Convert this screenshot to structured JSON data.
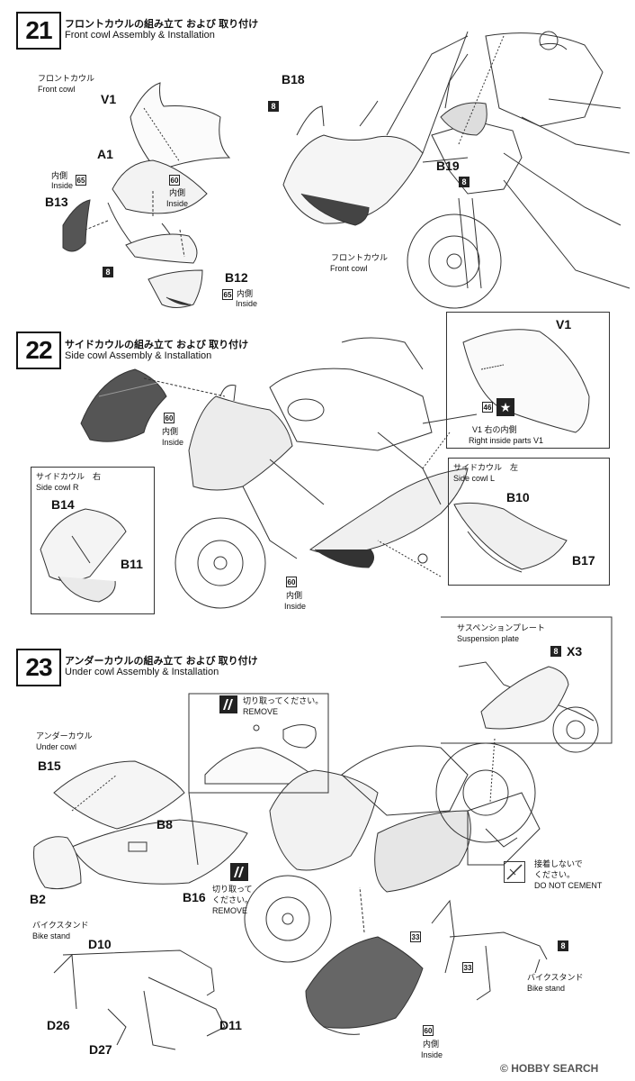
{
  "steps": [
    {
      "number": "21",
      "title_jp": "フロントカウルの組み立て および 取り付け",
      "title_en": "Front cowl Assembly & Installation",
      "labels": {
        "front_cowl_jp": "フロントカウル",
        "front_cowl_en": "Front cowl",
        "front_cowl_jp_2": "フロントカウル",
        "front_cowl_en_2": "Front cowl",
        "inside_jp_a": "内側",
        "inside_en_a": "Inside",
        "inside_jp_b": "内側",
        "inside_en_b": "Inside",
        "inside_jp_c": "内側",
        "inside_en_c": "Inside"
      },
      "parts": [
        "V1",
        "A1",
        "B13",
        "B12",
        "B18",
        "B19"
      ],
      "markers": {
        "m65a": "65",
        "m60": "60",
        "m8a": "8",
        "m65b": "65",
        "m8b": "8",
        "m8c": "8"
      }
    },
    {
      "number": "22",
      "title_jp": "サイドカウルの組み立て および 取り付け",
      "title_en": "Side cowl Assembly & Installation",
      "labels": {
        "inside_jp_a": "内側",
        "inside_en_a": "Inside",
        "side_cowl_r_jp": "サイドカウル　右",
        "side_cowl_r_en": "Side cowl R",
        "inside_jp_b": "内側",
        "inside_en_b": "Inside",
        "v1_inside_jp": "V1 右の内側",
        "v1_inside_en": "Right inside parts V1",
        "side_cowl_l_jp": "サイドカウル　左",
        "side_cowl_l_en": "Side cowl L"
      },
      "parts": [
        "V1",
        "B14",
        "B11",
        "B10",
        "B17"
      ],
      "markers": {
        "m60a": "60",
        "m60b": "60",
        "m46": "46"
      }
    },
    {
      "number": "23",
      "title_jp": "アンダーカウルの組み立て および 取り付け",
      "title_en": "Under cowl Assembly & Installation",
      "labels": {
        "under_cowl_jp": "アンダーカウル",
        "under_cowl_en": "Under cowl",
        "cut_jp": "切り取ってください。",
        "cut_en": "REMOVE",
        "cut_jp_2a": "切り取って",
        "cut_jp_2b": "ください。",
        "cut_en_2": "REMOVE",
        "susp_jp": "サスペンションプレート",
        "susp_en": "Suspension plate",
        "no_cement_jp_a": "接着しないで",
        "no_cement_jp_b": "ください。",
        "no_cement_en": "DO NOT CEMENT",
        "stand_jp": "バイクスタンド",
        "stand_en": "Bike stand",
        "stand_jp_2": "バイクスタンド",
        "stand_en_2": "Bike stand",
        "inside_jp": "内側",
        "inside_en": "Inside"
      },
      "parts": [
        "B15",
        "B8",
        "B2",
        "B16",
        "D10",
        "D26",
        "D27",
        "D11",
        "X3"
      ],
      "markers": {
        "m8a": "8",
        "m8b": "8",
        "m33a": "33",
        "m33b": "33",
        "m60": "60"
      }
    }
  ],
  "watermark": "HOBBY SEARCH",
  "watermark_prefix": "©"
}
